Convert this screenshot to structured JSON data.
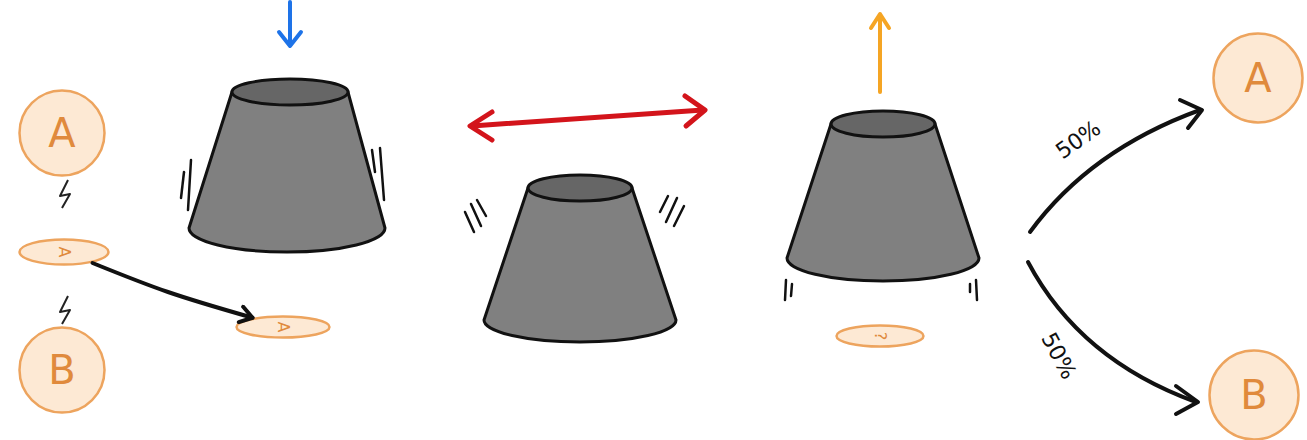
{
  "diagram": {
    "nodes": [
      {
        "text": [
          "A"
        ]
      },
      {
        "text": [
          "A"
        ]
      },
      {
        "text": [
          "B"
        ]
      },
      {
        "text": [
          "A"
        ]
      },
      {
        "text": [
          "?"
        ]
      },
      {
        "text": [
          "A"
        ]
      },
      {
        "text": [
          "B"
        ]
      }
    ],
    "edges": [
      {
        "from": 1,
        "to": 3,
        "arrow": "to"
      }
    ],
    "labels": [
      "50%",
      "50%"
    ]
  }
}
